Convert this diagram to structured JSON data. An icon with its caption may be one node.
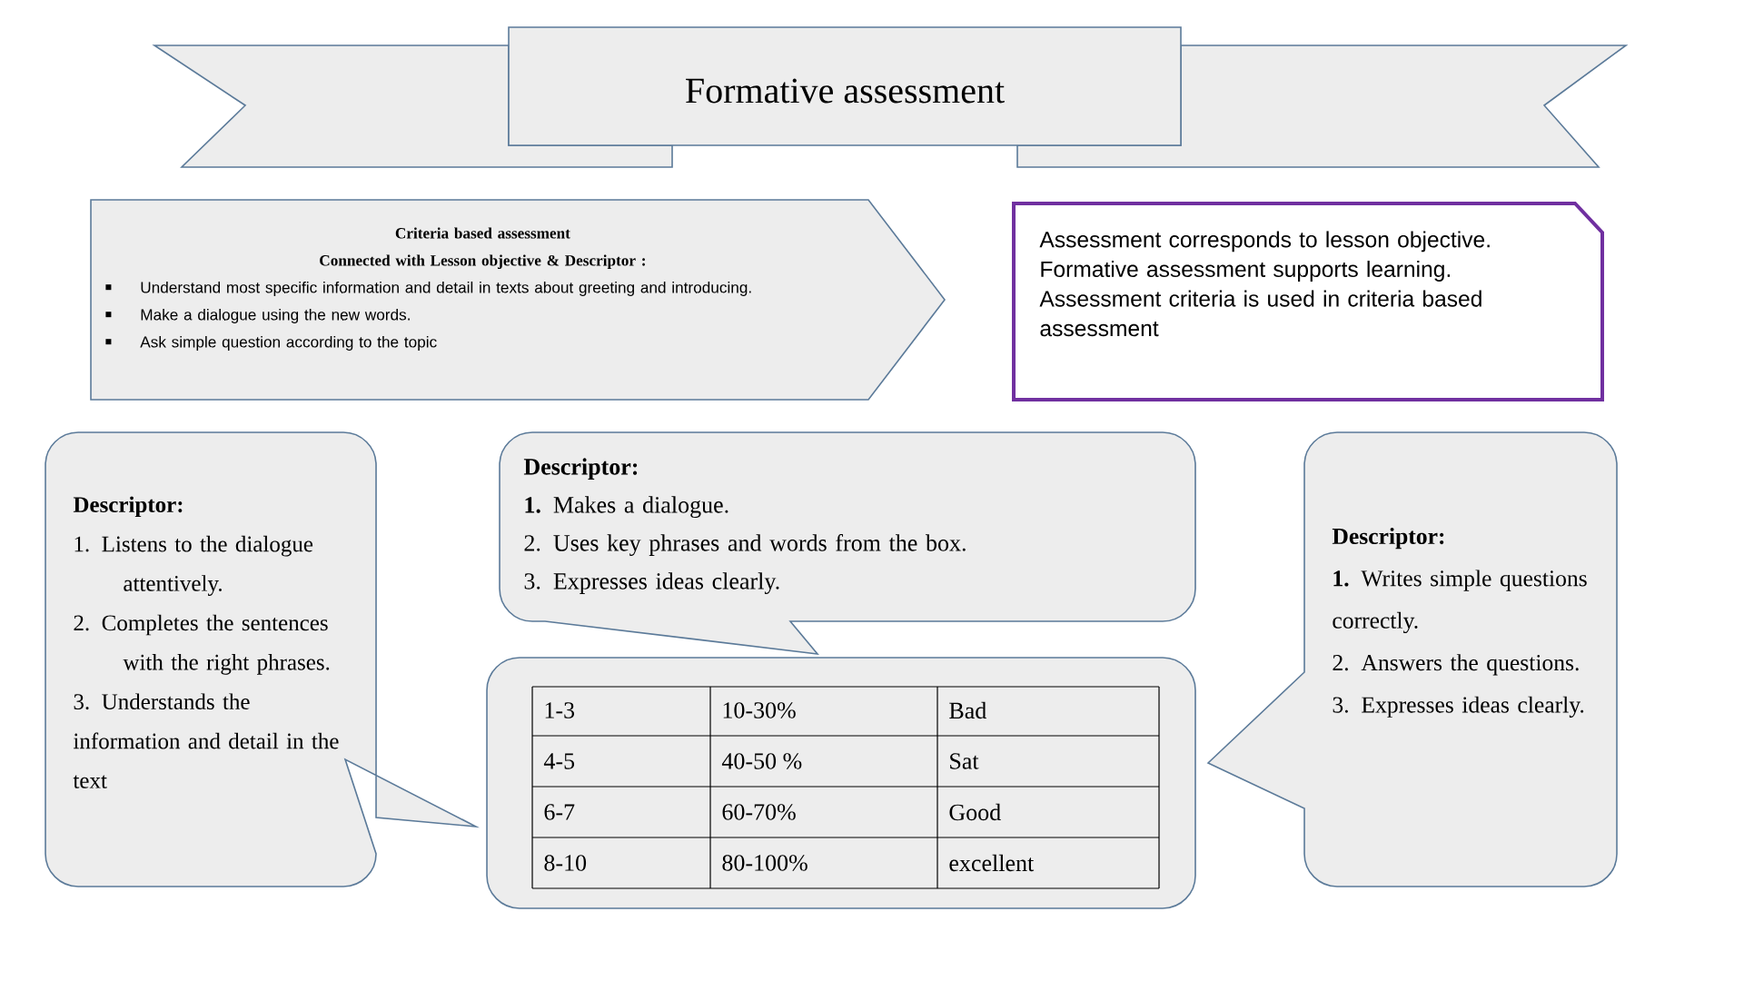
{
  "diagram": {
    "nodes": [
      {
        "text": [
          "Formative assessment"
        ]
      },
      {
        "text": [
          "Criteria based assessment",
          "Connected with Lesson objective & Descriptor :",
          "Understand most specific information and detail in texts about greeting and introducing.",
          "Make a dialogue using the new words.",
          "Ask simple question according to the topic"
        ]
      },
      {
        "text": [
          "Assessment corresponds to lesson objective. Formative assessment supports learning. Assessment criteria is used in criteria based assessment"
        ]
      },
      {
        "text": [
          "Descriptor:",
          "1. Listens to the dialogue attentively.",
          "2. Completes the sentences with the right phrases.",
          "3. Understands the information and detail in the text"
        ]
      },
      {
        "text": [
          "Descriptor:",
          "**1.** Makes a dialogue.",
          "2. Uses key phrases and words from the box.",
          "3. Expresses ideas clearly."
        ]
      },
      {
        "text": [
          "1-3",
          "10-30%",
          "Bad",
          "4-5",
          "40-50 %",
          "Sat",
          "6-7",
          "60-70%",
          "Good",
          "8-10",
          "80-100%",
          "excellent"
        ]
      },
      {
        "text": [
          "Descriptor:",
          "**1.** Writes simple questions correctly.",
          "2. Answers the questions.",
          "3. Expresses ideas clearly."
        ]
      }
    ]
  }
}
